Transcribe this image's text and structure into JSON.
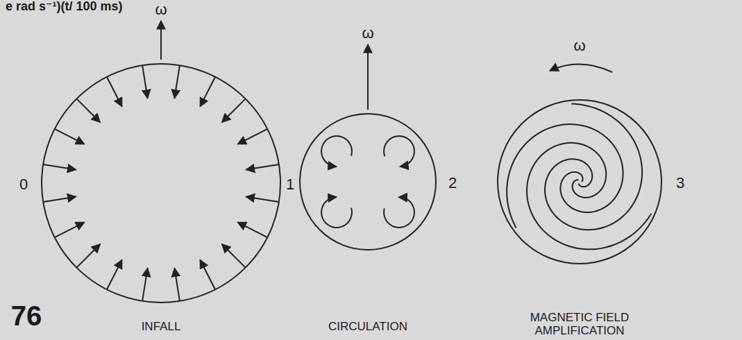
{
  "diagram": {
    "labels": [
      "e rad s⁻¹)(t/ 100 ms)",
      "ω",
      "ω",
      "ω",
      "0",
      "1",
      "2",
      "3",
      "76",
      "INFALL",
      "CIRCULATION",
      "MAGNETIC FIELD AMPLIFICATION"
    ]
  }
}
